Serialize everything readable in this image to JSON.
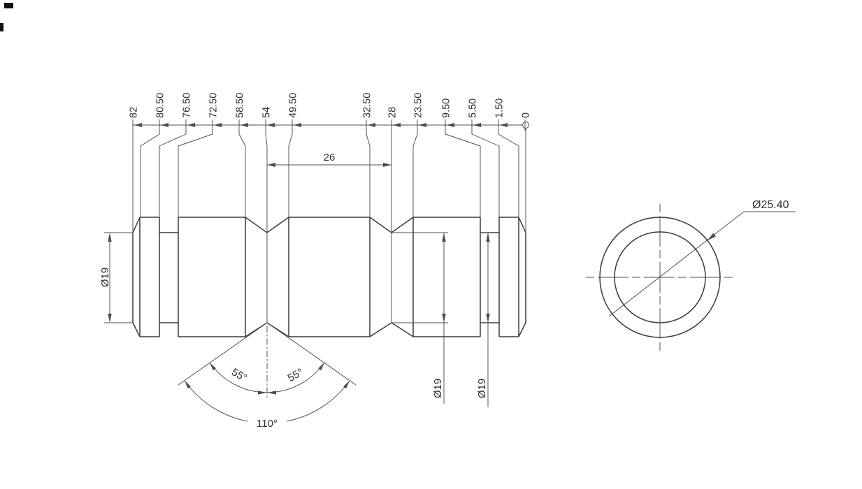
{
  "drawing": {
    "line_color": "#3a3a3a",
    "ordinate_labels": [
      "82",
      "80.50",
      "76.50",
      "72.50",
      "58.50",
      "54",
      "49.50",
      "32.50",
      "28",
      "23.50",
      "9.50",
      "5.50",
      "1.50",
      "0"
    ],
    "dims": {
      "groove_span": "26",
      "end_diameter": "Ø19",
      "vee_diameter": "Ø19",
      "relief_diameter": "Ø19",
      "half_angle_left": "55°",
      "half_angle_right": "55°",
      "included_angle": "110°",
      "outer_diameter": "Ø25.40"
    }
  }
}
